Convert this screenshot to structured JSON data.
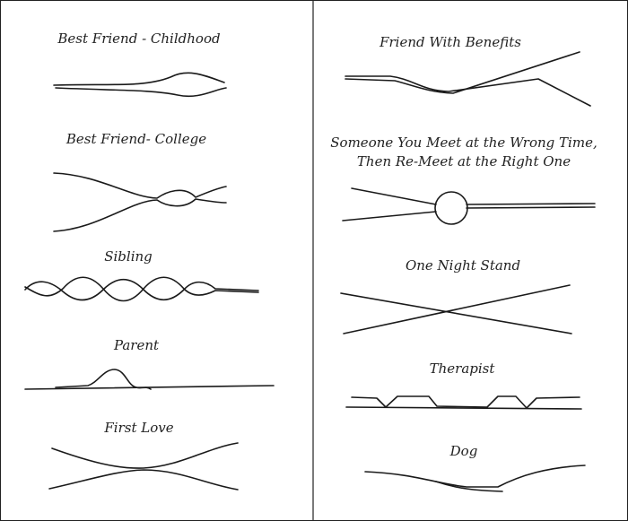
{
  "ink_color": "#1a1a1a",
  "left_panel": {
    "items": [
      {
        "label": "Best Friend - Childhood"
      },
      {
        "label": "Best Friend- College"
      },
      {
        "label": "Sibling"
      },
      {
        "label": "Parent"
      },
      {
        "label": "First Love"
      }
    ]
  },
  "right_panel": {
    "items": [
      {
        "label": "Friend With Benefits"
      },
      {
        "label": "Someone You Meet at the Wrong Time,",
        "label2": "Then Re-Meet at the Right One"
      },
      {
        "label": "One Night Stand"
      },
      {
        "label": "Therapist"
      },
      {
        "label": "Dog"
      }
    ]
  }
}
